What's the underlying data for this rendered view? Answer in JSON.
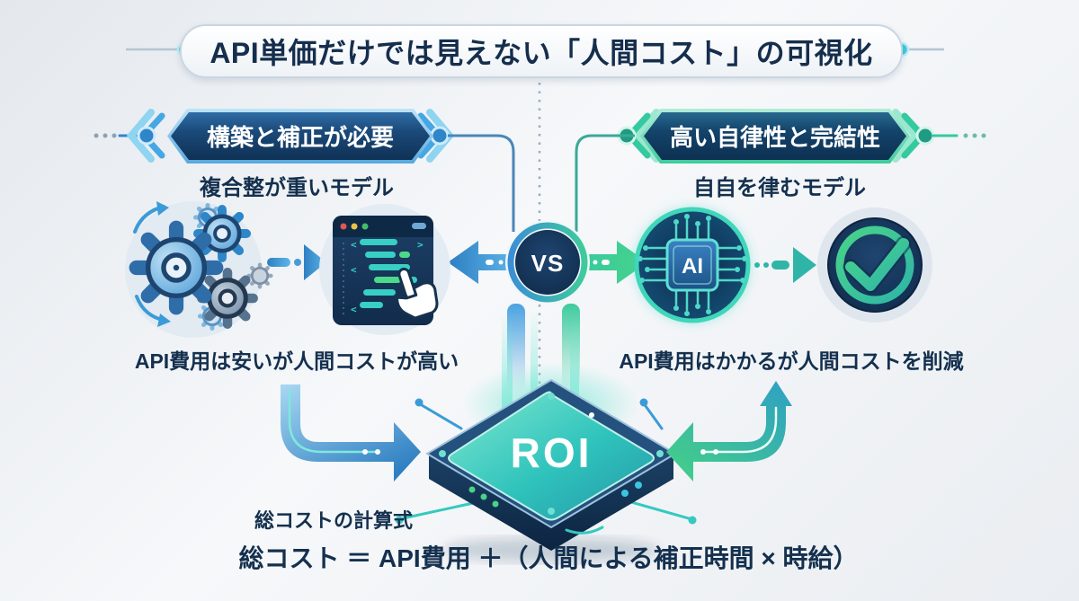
{
  "title": "API単価だけでは見えない「人間コスト」の可視化",
  "left": {
    "banner": "構築と補正が必要",
    "subtitle": "複合整が重いモデル",
    "description": "API費用は安いが人間コストが高い"
  },
  "right": {
    "banner": "高い自律性と完結性",
    "subtitle": "自自を律むモデル",
    "description": "API費用はかかるが人間コストを削減"
  },
  "center": {
    "vs_label": "VS",
    "roi_label": "ROI",
    "ai_label": "AI"
  },
  "formula": {
    "label": "総コストの計算式",
    "equation": "総コスト ＝ API費用 ＋（人間による補正時間 × 時給）"
  },
  "colors": {
    "accent_blue": "#2e7fc2",
    "accent_teal": "#35c9a0",
    "navy": "#14304e",
    "cyan_dot": "#3fc9dd"
  }
}
